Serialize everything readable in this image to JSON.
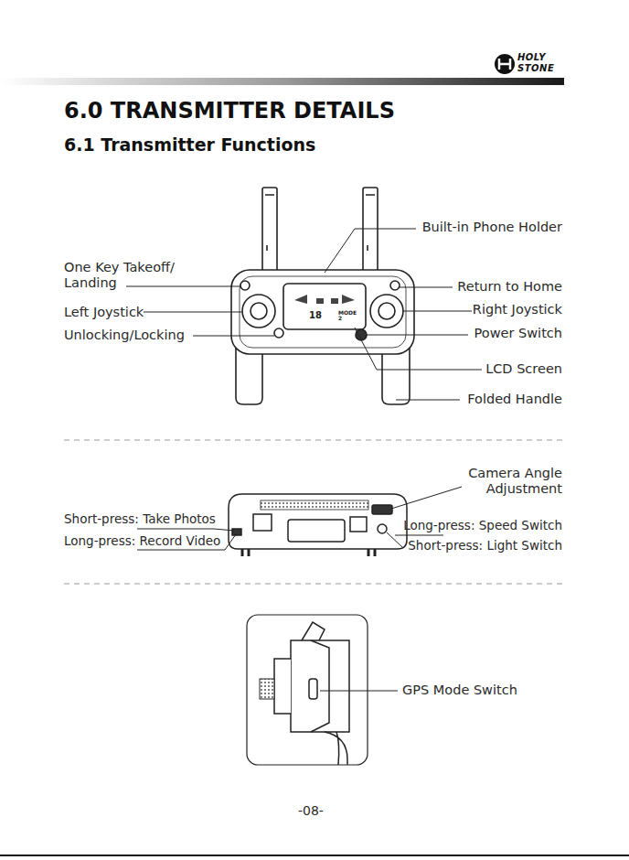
{
  "diagram": {
    "title": "6.0 TRANSMITTER DETAILS",
    "labels": [
      "6.1 Transmitter Functions",
      "Built-in Phone Holder",
      "One Key Takeoff/ Landing",
      "Return to Home",
      "Left Joystick",
      "Right Joystick",
      "Unlocking/Locking",
      "Power Switch",
      "LCD Screen",
      "Folded Handle",
      "Camera Angle Adjustment",
      "Short-press: Take Photos",
      "Long-press: Speed Switch",
      "Long-press: Record Video",
      "Short-press: Light Switch",
      "GPS Mode Switch",
      "-08-",
      "HOLY",
      "STONE",
      "18",
      "MODE 2"
    ]
  }
}
